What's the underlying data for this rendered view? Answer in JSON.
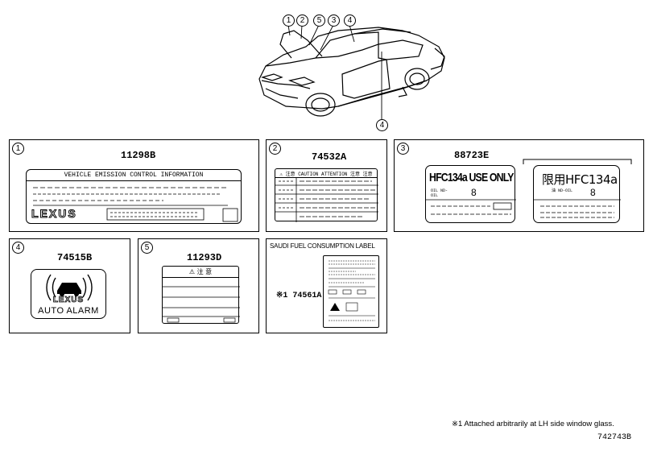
{
  "callouts": [
    "1",
    "2",
    "5",
    "3",
    "4"
  ],
  "callout_lower": "4",
  "panels": [
    {
      "num": "1",
      "part": "11298B",
      "header": "VEHICLE EMISSION CONTROL INFORMATION",
      "brand": "LEXUS"
    },
    {
      "num": "2",
      "part": "74532A",
      "header": "⚠ 注意 CAUTION ATTENTION 注意 注意"
    },
    {
      "num": "3",
      "part": "88723E",
      "left_text": "HFC134a USE ONLY",
      "left_oil_label": "OIL ND-OIL",
      "left_oil_num": "8",
      "right_text": "限用HFC134a",
      "right_oil_label": "油 ND-OIL",
      "right_oil_num": "8"
    },
    {
      "num": "4",
      "part": "74515B",
      "brand": "LEXUS",
      "alarm": "AUTO ALARM"
    },
    {
      "num": "5",
      "part": "11293D",
      "header": "⚠ 注 意"
    },
    {
      "title": "SAUDI FUEL CONSUMPTION LABEL",
      "part": "※1 74561A"
    }
  ],
  "footnote": "※1  Attached arbitrarily at LH side window glass.",
  "diagram_id": "742743B"
}
